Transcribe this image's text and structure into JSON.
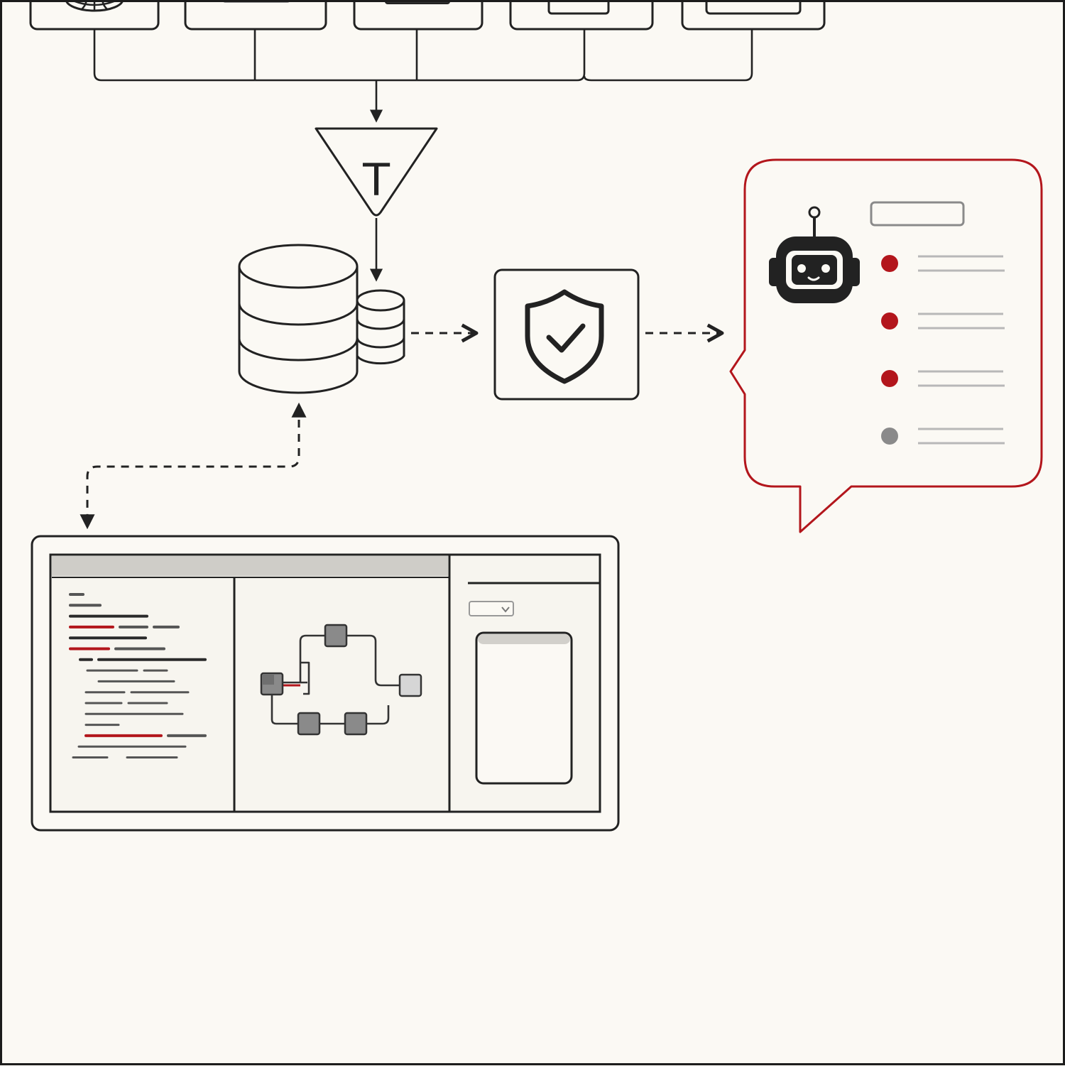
{
  "colors": {
    "background": "#fbf9f4",
    "stroke": "#222222",
    "accent_red": "#b3161c",
    "muted_gray": "#8a8a8a",
    "light_gray": "#bcbcbc"
  },
  "sources": [
    {
      "icon": "globe-icon"
    },
    {
      "icon": "document-icon"
    },
    {
      "icon": "server-icon"
    },
    {
      "icon": "terminal-icon"
    },
    {
      "icon": "window-icon"
    }
  ],
  "filter": {
    "icon": "filter-funnel-icon",
    "glyph": "T"
  },
  "storage": {
    "icon": "database-icon"
  },
  "security": {
    "icon": "shield-check-icon"
  },
  "assistant": {
    "icon": "robot-icon",
    "bullets": [
      {
        "status": "active",
        "color": "#b3161c"
      },
      {
        "status": "active",
        "color": "#b3161c"
      },
      {
        "status": "active",
        "color": "#b3161c"
      },
      {
        "status": "inactive",
        "color": "#8a8a8a"
      }
    ]
  },
  "workbench": {
    "icon": "application-window-icon",
    "panels": [
      "code-editor-panel",
      "workflow-graph-panel",
      "properties-panel"
    ],
    "code_lines": [
      {
        "kind": "short"
      },
      {
        "kind": "short"
      },
      {
        "kind": "dark"
      },
      {
        "kind": "red"
      },
      {
        "kind": "dark"
      },
      {
        "kind": "red"
      },
      {
        "kind": "dark"
      },
      {
        "kind": "normal"
      },
      {
        "kind": "normal"
      },
      {
        "kind": "normal"
      },
      {
        "kind": "normal"
      },
      {
        "kind": "normal"
      },
      {
        "kind": "normal"
      },
      {
        "kind": "red"
      },
      {
        "kind": "normal"
      },
      {
        "kind": "normal"
      }
    ],
    "graph_nodes": [
      {
        "fill": "#8a8a8a",
        "highlight": true
      },
      {
        "fill": "#8a8a8a",
        "highlight": false
      },
      {
        "fill": "#8a8a8a",
        "highlight": false
      },
      {
        "fill": "#8a8a8a",
        "highlight": false
      },
      {
        "fill": "#d6d6d6",
        "highlight": false
      }
    ]
  }
}
